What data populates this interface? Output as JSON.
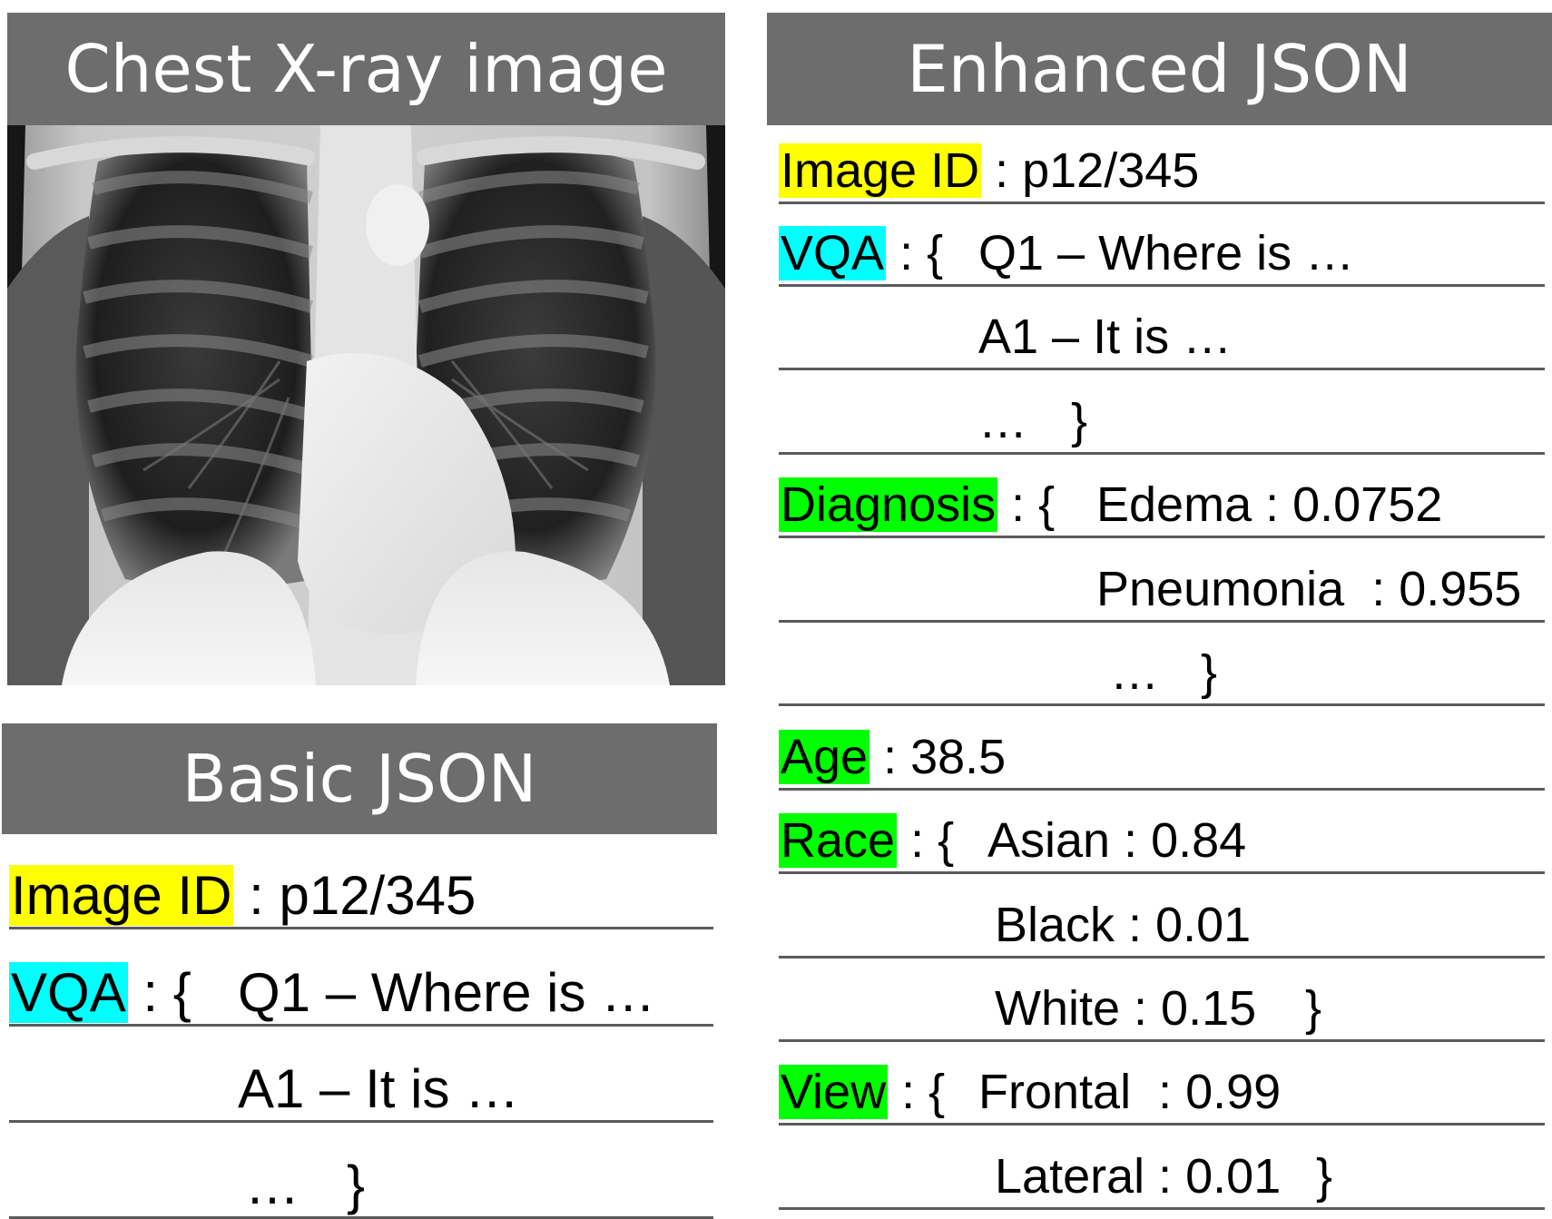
{
  "xray_panel": {
    "title": "Chest X-ray image"
  },
  "basic_json": {
    "title": "Basic JSON",
    "image_id": {
      "key": "Image ID",
      "value": ": p12/345",
      "key_color": "#ffff00"
    },
    "vqa": {
      "key": "VQA",
      "key_color": "#00ffff",
      "open": ": {",
      "q1": "Q1 – Where is …",
      "a1": "A1 – It is …",
      "ellipsis": "…",
      "close": "}"
    }
  },
  "enhanced_json": {
    "title": "Enhanced JSON",
    "image_id": {
      "key": "Image ID",
      "value": ": p12/345",
      "key_color": "#ffff00"
    },
    "vqa": {
      "key": "VQA",
      "key_color": "#00ffff",
      "open": ": {",
      "q1": "Q1 – Where is …",
      "a1": "A1 – It is …",
      "ellipsis": "…",
      "close": "}"
    },
    "diagnosis": {
      "key": "Diagnosis",
      "key_color": "#00ff00",
      "open": ": {",
      "items": [
        "Edema : 0.0752",
        "Pneumonia  : 0.955"
      ],
      "ellipsis": "…",
      "close": "}"
    },
    "age": {
      "key": "Age",
      "key_color": "#00ff00",
      "value": ": 38.5"
    },
    "race": {
      "key": "Race",
      "key_color": "#00ff00",
      "open": ": {",
      "items": [
        "Asian : 0.84",
        "Black : 0.01",
        "White : 0.15"
      ],
      "close": "}"
    },
    "view": {
      "key": "View",
      "key_color": "#00ff00",
      "open": ": {",
      "items": [
        "Frontal  : 0.99",
        "Lateral : 0.01"
      ],
      "close": "}"
    }
  }
}
